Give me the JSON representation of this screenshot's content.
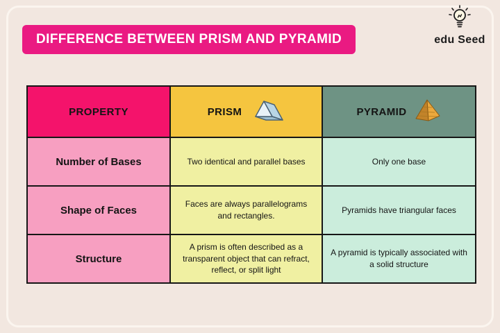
{
  "header": {
    "title": "DIFFERENCE BETWEEN PRISM AND PYRAMID"
  },
  "logo": {
    "text": "edu Seed",
    "icon": "lightbulb-icon"
  },
  "table": {
    "headers": {
      "property": "PROPERTY",
      "prism": "PRISM",
      "pyramid": "PYRAMID"
    },
    "header_icons": {
      "prism": "prism-icon",
      "pyramid": "pyramid-icon"
    },
    "rows": [
      {
        "property": "Number of Bases",
        "prism": "Two identical and parallel bases",
        "pyramid": "Only one base"
      },
      {
        "property": "Shape of Faces",
        "prism": "Faces are always parallelograms and rectangles.",
        "pyramid": "Pyramids have triangular faces"
      },
      {
        "property": "Structure",
        "prism": "A prism is often described as a transparent object that can refract, reflect, or split light",
        "pyramid": "A pyramid is typically associated with a solid structure"
      }
    ]
  },
  "colors": {
    "bg": "#f2e7e0",
    "frame": "#fbf5ef",
    "title_bg": "#ea1a82",
    "prop_head": "#f4136b",
    "prop_row": "#f79fc1",
    "prism_head": "#f5c53f",
    "prism_row": "#f0f0a2",
    "pyr_head": "#6e9384",
    "pyr_row": "#cbeddc",
    "text": "#141414",
    "title_text": "#ffffff"
  }
}
